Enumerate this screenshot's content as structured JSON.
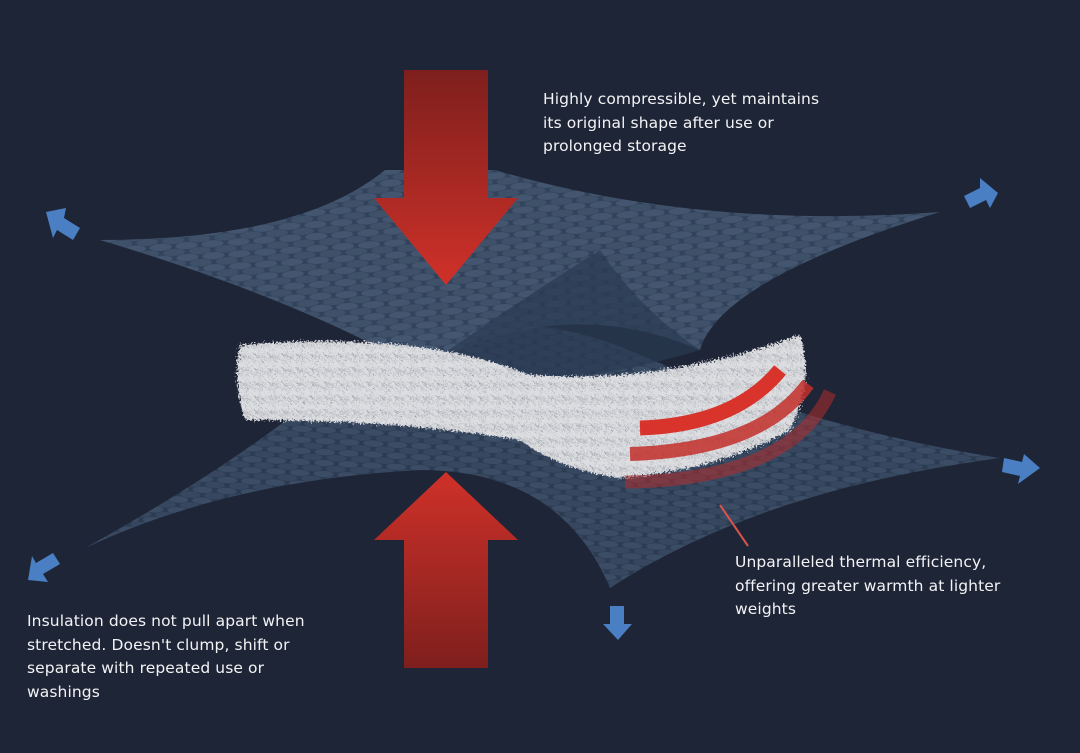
{
  "diagram": {
    "background_color": "#1e2536",
    "fabric_color": "#34465f",
    "insulation_color": "#e8e8ea",
    "compression_arrow_color": "#c8302a",
    "stretch_arrow_color": "#4a7fc4",
    "heat_arc_color": "#d9342b"
  },
  "captions": {
    "compressible": {
      "lines": [
        "Highly compressible, yet maintains",
        "its original shape after use or",
        "prolonged storage"
      ]
    },
    "thermal": {
      "lines": [
        "Unparalleled thermal efficiency,",
        "offering greater warmth at lighter",
        "weights"
      ]
    },
    "stretch": {
      "lines": [
        "Insulation does not pull apart when",
        "stretched. Doesn't clump, shift or",
        "separate with repeated use or",
        "washings"
      ]
    }
  },
  "icons": {
    "compression_top": "arrow-down",
    "compression_bottom": "arrow-up",
    "stretch_arrows": [
      "arrow-up-left",
      "arrow-up-right",
      "arrow-right",
      "arrow-down",
      "arrow-down-left"
    ],
    "heat_waves": "heat-arcs"
  }
}
